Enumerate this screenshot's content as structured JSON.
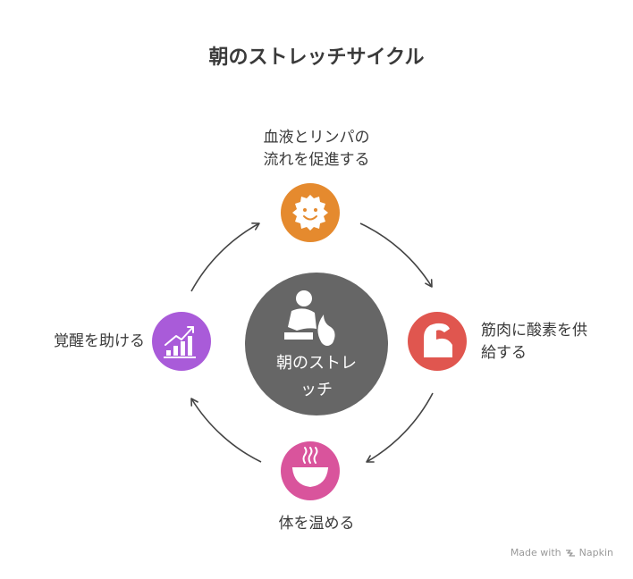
{
  "title": "朝のストレッチサイクル",
  "center": {
    "label_line1": "朝のストレ",
    "label_line2": "ッチ",
    "color": "#666666",
    "icon": "stretch-person-flame-icon"
  },
  "steps": [
    {
      "label_line1": "血液とリンパの",
      "label_line2": "流れを促進する",
      "color": "#E58A2E",
      "icon": "smiley-sun-icon"
    },
    {
      "label_line1": "筋肉に酸素を供",
      "label_line2": "給する",
      "color": "#E0564F",
      "icon": "flexed-arm-icon"
    },
    {
      "label_line1": "体を温める",
      "color": "#D9549C",
      "icon": "hot-bowl-icon"
    },
    {
      "label_line1": "覚醒を助ける",
      "color": "#A95BD9",
      "icon": "growth-chart-icon"
    }
  ],
  "footer": {
    "text": "Made with",
    "brand": "Napkin"
  }
}
